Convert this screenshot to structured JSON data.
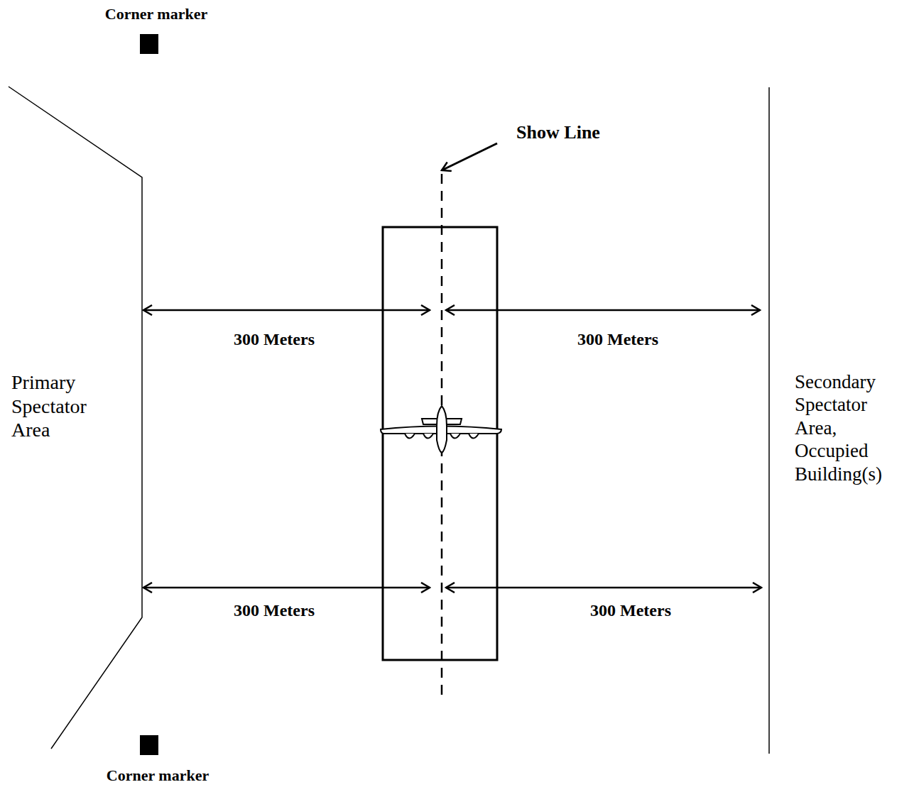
{
  "diagram": {
    "labels": [
      "Corner marker",
      "Show Line",
      "300 Meters",
      "300 Meters",
      "Primary Spectator Area",
      "Secondary Spectator Area, Occupied Building(s)",
      "300 Meters",
      "300 Meters",
      "Corner marker"
    ]
  }
}
